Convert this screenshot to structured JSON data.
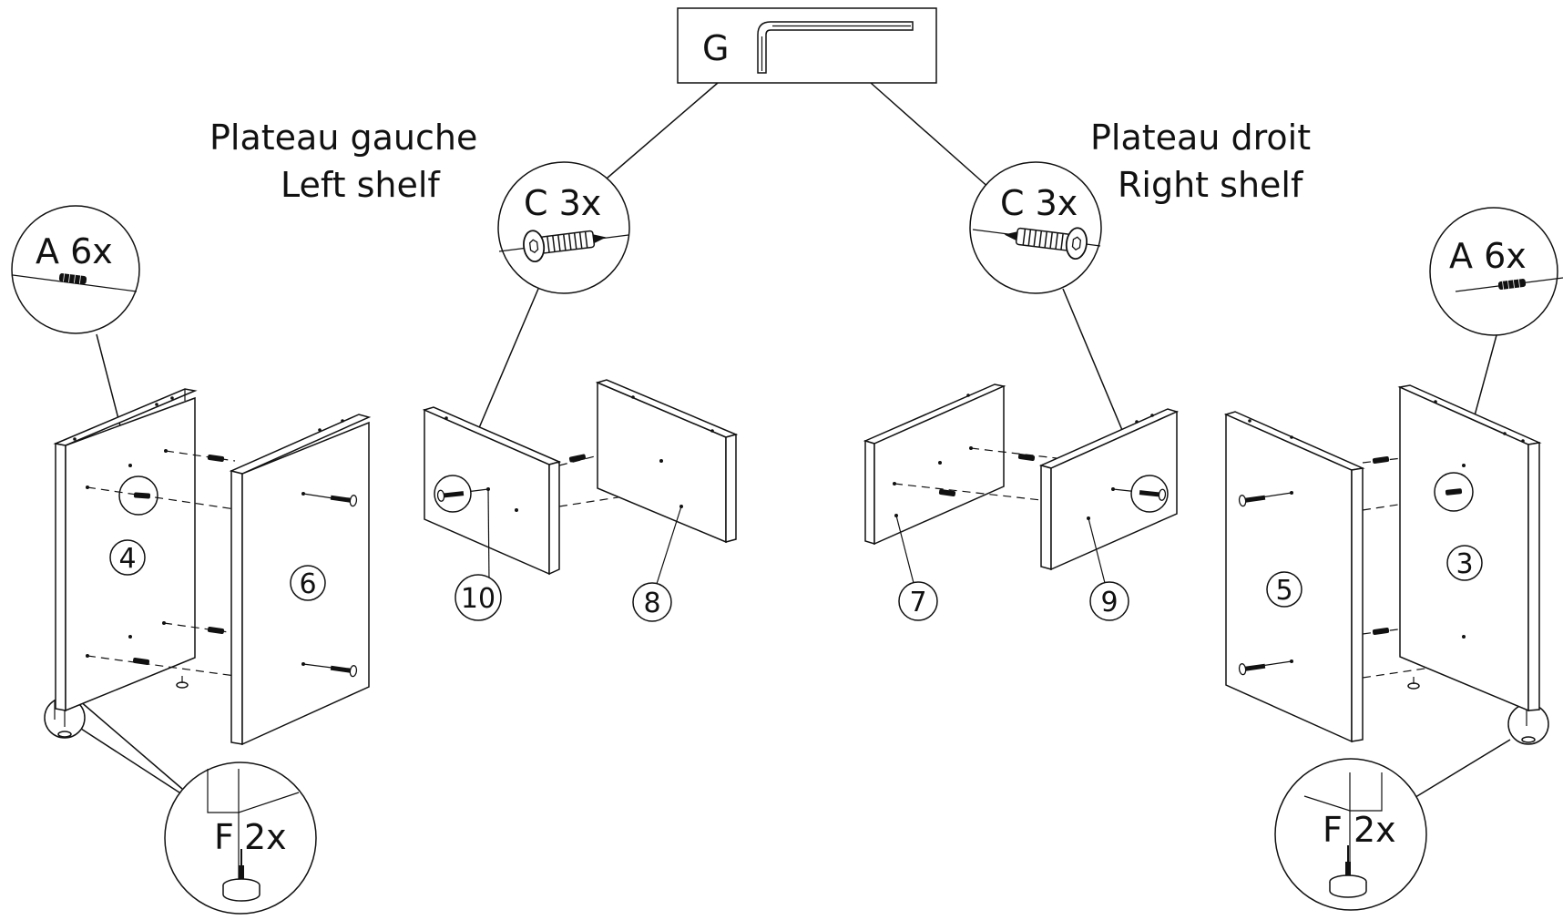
{
  "tool": {
    "label": "G",
    "icon": "allen-key-icon"
  },
  "left_shelf": {
    "title_fr": "Plateau gauche",
    "title_en": "Left shelf"
  },
  "right_shelf": {
    "title_fr": "Plateau droit",
    "title_en": "Right shelf"
  },
  "callouts": {
    "a_left": "A 6x",
    "a_right": "A 6x",
    "c_left": "C 3x",
    "c_right": "C 3x",
    "f_left_letter": "F",
    "f_left_qty": "2x",
    "f_right_letter": "F",
    "f_right_qty": "2x"
  },
  "parts": {
    "p4": "4",
    "p6": "6",
    "p10": "10",
    "p8": "8",
    "p7": "7",
    "p9": "9",
    "p5": "5",
    "p3": "3"
  },
  "icons": {
    "dowel": "dowel-icon",
    "screw": "screw-icon",
    "glide": "glide-foot-icon",
    "allen_key": "allen-key-icon"
  }
}
